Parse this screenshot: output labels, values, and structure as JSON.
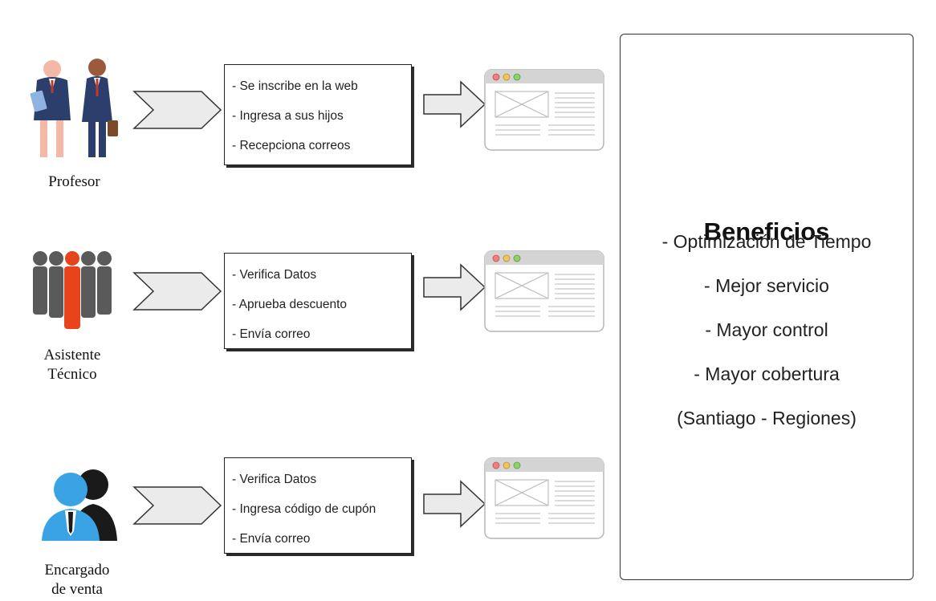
{
  "actors": [
    {
      "id": "profesor",
      "label": "Profesor"
    },
    {
      "id": "asistente",
      "label_lines": [
        "Asistente",
        "Técnico"
      ]
    },
    {
      "id": "encargado",
      "label_lines": [
        "Encargado",
        "de venta"
      ]
    }
  ],
  "tasks": [
    {
      "items": [
        "- Se inscribe en la web",
        "- Ingresa a sus hijos",
        "- Recepciona correos"
      ]
    },
    {
      "items": [
        "- Verifica Datos",
        "- Aprueba descuento",
        "- Envía correo"
      ]
    },
    {
      "items": [
        "- Verifica Datos",
        "- Ingresa código de cupón",
        "- Envía correo"
      ]
    }
  ],
  "benefits": {
    "title": "Beneficios",
    "items": [
      "- Optimización de Tiempo",
      "- Mejor servicio",
      "- Mayor control",
      "- Mayor cobertura",
      "(Santiago - Regiones)"
    ]
  },
  "icons": {
    "actor_1": "teacher-pair-icon",
    "actor_2": "group-highlight-icon",
    "actor_3": "salesperson-icon",
    "flow_chevron": "chevron-right-icon",
    "flow_arrow": "arrow-right-icon",
    "web_page": "browser-wireframe-icon"
  },
  "colors": {
    "chevron_fill": "#ebebeb",
    "group_highlight": "#e8431a",
    "group_gray": "#5a5a5a",
    "sales_blue": "#3aa3e3",
    "teacher_suit": "#2c3e6b"
  }
}
